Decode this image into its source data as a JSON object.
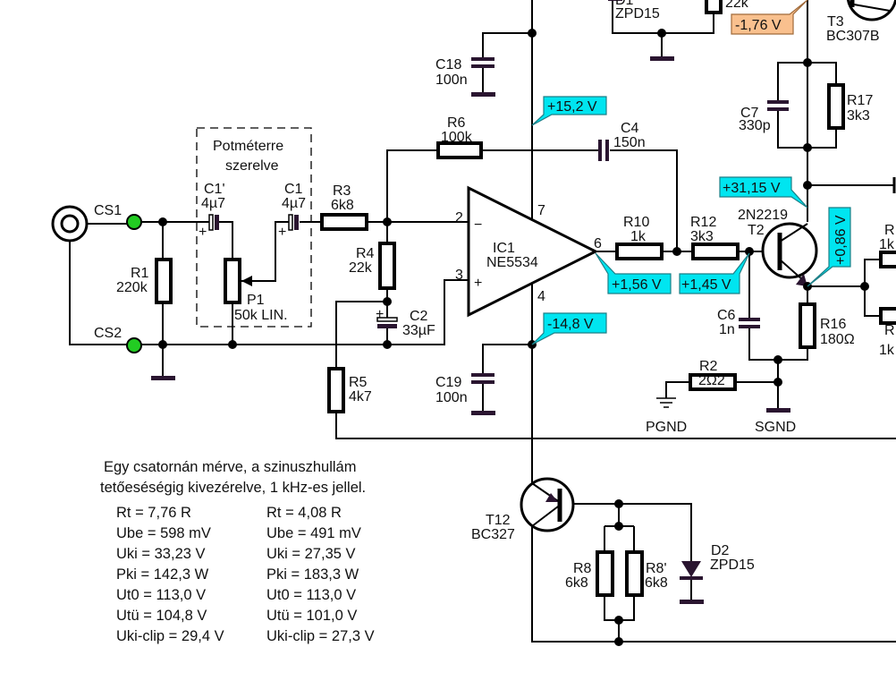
{
  "schematic": {
    "connectors": {
      "cs1": "CS1",
      "cs2": "CS2"
    },
    "box_label": [
      "Potméterre",
      "szerelve"
    ],
    "components": {
      "r1": [
        "R1",
        "220k"
      ],
      "c1p": [
        "C1'",
        "4µ7"
      ],
      "c1": [
        "C1",
        "4µ7"
      ],
      "p1": [
        "P1",
        "50k LIN."
      ],
      "r3": [
        "R3",
        "6k8"
      ],
      "r4": [
        "R4",
        "22k"
      ],
      "c2": [
        "C2",
        "33µF"
      ],
      "r5": [
        "R5",
        "4k7"
      ],
      "r6": [
        "R6",
        "100k"
      ],
      "c4": [
        "C4",
        "150n"
      ],
      "c18": [
        "C18",
        "100n"
      ],
      "c19": [
        "C19",
        "100n"
      ],
      "ic1": [
        "IC1",
        "NE5534"
      ],
      "r10": [
        "R10",
        "1k"
      ],
      "r12": [
        "R12",
        "3k3"
      ],
      "t2": [
        "2N2219",
        "T2"
      ],
      "c6": [
        "C6",
        "1n"
      ],
      "r16": [
        "R16",
        "180Ω"
      ],
      "r2": [
        "R2",
        "2Ω2"
      ],
      "c7": [
        "C7",
        "330p"
      ],
      "r17": [
        "R17",
        "3k3"
      ],
      "t3": [
        "T3",
        "BC307B"
      ],
      "d1": [
        "D1",
        "ZPD15"
      ],
      "r_top": [
        "22k"
      ],
      "t12": [
        "T12",
        "BC327"
      ],
      "r8": [
        "R8",
        "6k8"
      ],
      "r8p": [
        "R8'",
        "6k8"
      ],
      "d2": [
        "D2",
        "ZPD15"
      ],
      "r_right1": [
        "R",
        "1k"
      ],
      "r_right2": [
        "R",
        "1k"
      ]
    },
    "pins": {
      "p2": "2",
      "p3": "3",
      "p4": "4",
      "p6": "6",
      "p7": "7",
      "minus": "−",
      "plus": "+"
    },
    "grounds": {
      "pgnd": "PGND",
      "sgnd": "SGND"
    },
    "voltages": {
      "v_pos": "+15,2 V",
      "v_neg": "-14,8 V",
      "v_out": "+1,56 V",
      "v_base": "+1,45 V",
      "v_coll": "+31,15 V",
      "v_emit": "+0,86 V",
      "v_t3": "-1,76 V"
    },
    "colors": {
      "voltage_callout": "#00e5f0",
      "negative_callout": "#f9c08e",
      "connector": "#22cc22"
    }
  },
  "notes": {
    "heading": [
      "Egy csatornán mérve, a szinuszhullám",
      "tetőeséségig kivezérelve, 1 kHz-es jellel."
    ],
    "col1": [
      "Rt = 7,76 R",
      "Ube = 598 mV",
      "Uki = 33,23 V",
      "Pki = 142,3 W",
      "Ut0 = 113,0 V",
      "Utü = 104,8 V",
      "Uki-clip = 29,4 V"
    ],
    "col2": [
      "Rt = 4,08 R",
      "Ube = 491 mV",
      "Uki = 27,35 V",
      "Pki = 183,3 W",
      "Ut0 = 113,0 V",
      "Utü = 101,0 V",
      "Uki-clip = 27,3 V"
    ]
  }
}
